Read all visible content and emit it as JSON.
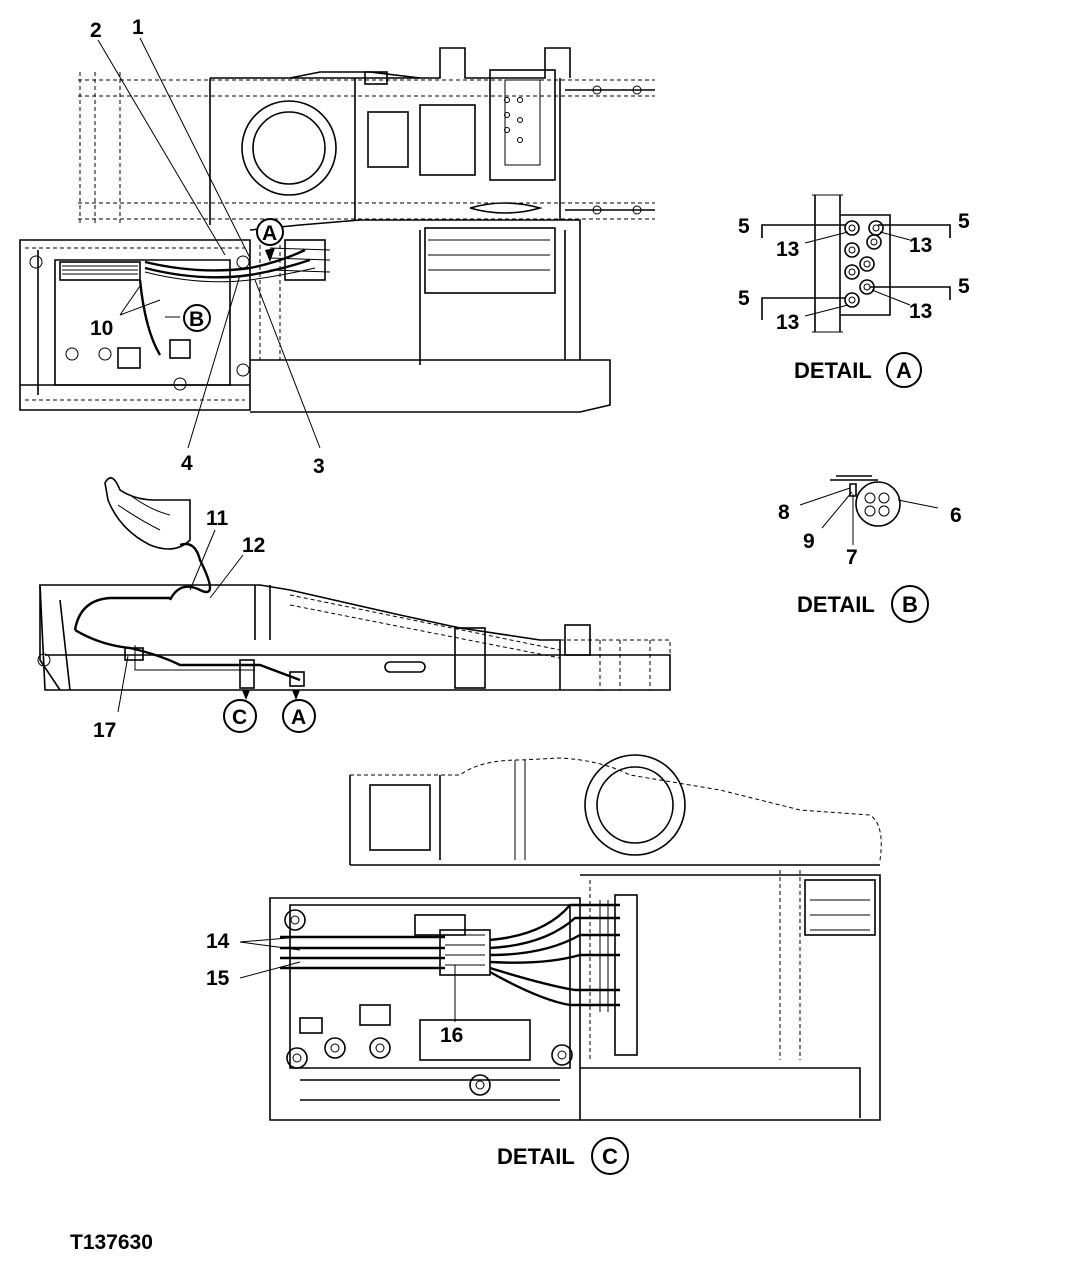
{
  "figure_id": "T137630",
  "callouts": {
    "c1": "1",
    "c2": "2",
    "c3": "3",
    "c4": "4",
    "c5": "5",
    "c6": "6",
    "c7": "7",
    "c8": "8",
    "c9": "9",
    "c10": "10",
    "c11": "11",
    "c12": "12",
    "c13": "13",
    "c14": "14",
    "c15": "15",
    "c16": "16",
    "c17": "17"
  },
  "detail_markers": {
    "a": "A",
    "b": "B",
    "c": "C"
  },
  "detail_titles": {
    "detail_word": "DETAIL",
    "a": "A",
    "b": "B",
    "c": "C"
  }
}
